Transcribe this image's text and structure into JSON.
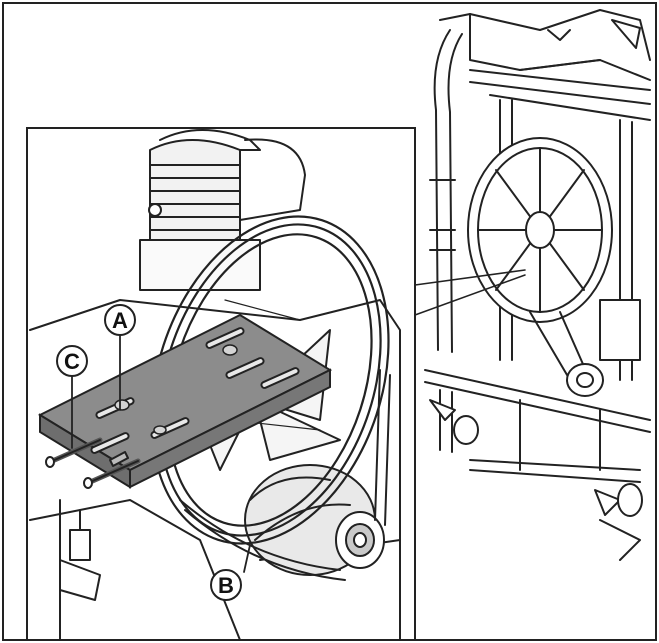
{
  "callouts": [
    {
      "id": "A",
      "label": "A"
    },
    {
      "id": "B",
      "label": "B"
    },
    {
      "id": "C",
      "label": "C"
    }
  ],
  "colors": {
    "stroke": "#222222",
    "background": "#ffffff",
    "light_gray": "#e9e9e9",
    "mid_gray": "#c9c9c9",
    "dark_gray": "#8c8c8c"
  }
}
